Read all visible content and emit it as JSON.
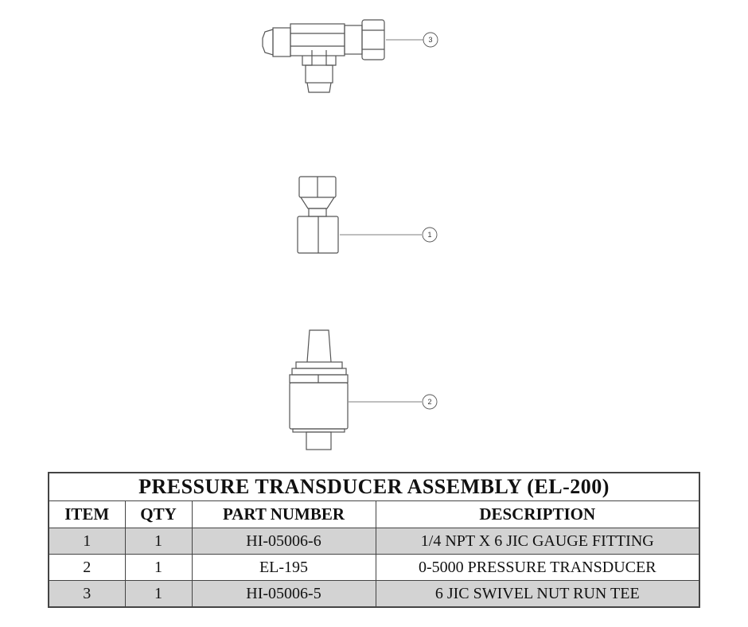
{
  "balloons": [
    "3",
    "1",
    "2"
  ],
  "bom": {
    "title": "PRESSURE TRANSDUCER ASSEMBLY (EL-200)",
    "columns": [
      "ITEM",
      "QTY",
      "PART NUMBER",
      "DESCRIPTION"
    ],
    "rows": [
      {
        "item": "1",
        "qty": "1",
        "part_number": "HI-05006-6",
        "description": "1/4 NPT X 6 JIC GAUGE FITTING"
      },
      {
        "item": "2",
        "qty": "1",
        "part_number": "EL-195",
        "description": "0-5000 PRESSURE TRANSDUCER"
      },
      {
        "item": "3",
        "qty": "1",
        "part_number": "HI-05006-5",
        "description": "6 JIC SWIVEL NUT RUN TEE"
      }
    ],
    "shade_color": "#d3d3d3"
  }
}
